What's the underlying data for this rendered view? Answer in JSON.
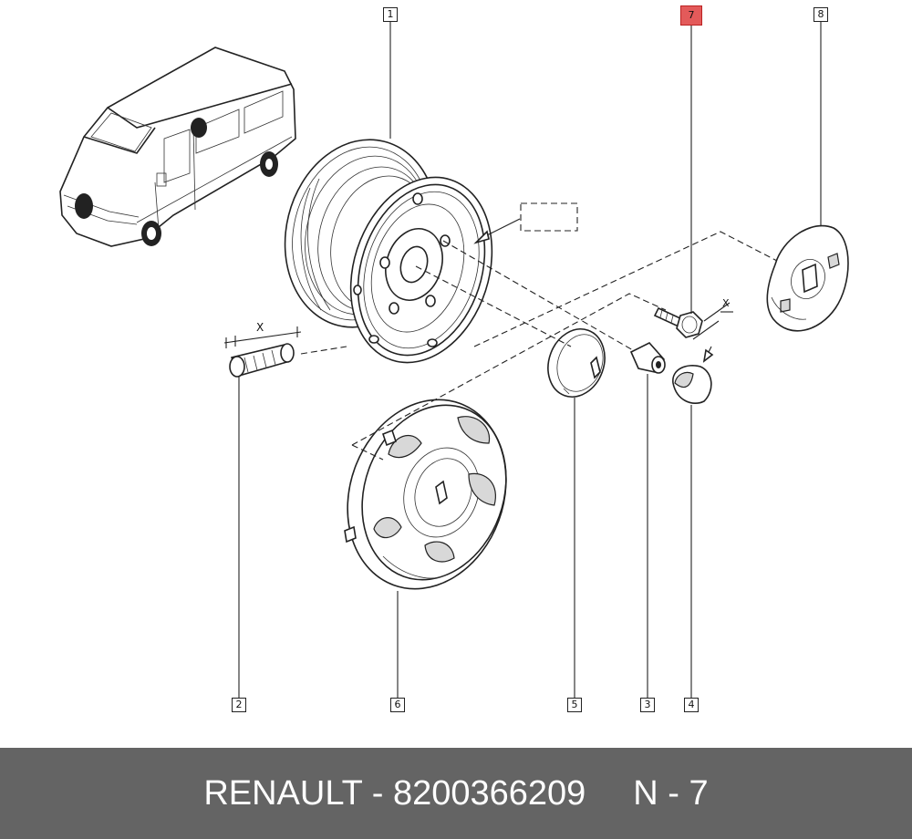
{
  "callouts": [
    {
      "label": "1"
    },
    {
      "label": "2"
    },
    {
      "label": "3"
    },
    {
      "label": "4"
    },
    {
      "label": "5"
    },
    {
      "label": "6"
    },
    {
      "label": "7",
      "highlighted": true
    },
    {
      "label": "8"
    }
  ],
  "dimension_marks": {
    "valve": "X",
    "bolt": "X"
  },
  "footer": {
    "part": "RENAULT - 8200366209",
    "page": "N - 7"
  },
  "colors": {
    "highlight": "#e35a5a",
    "footer_bg": "#646464",
    "footer_text": "#ffffff"
  }
}
